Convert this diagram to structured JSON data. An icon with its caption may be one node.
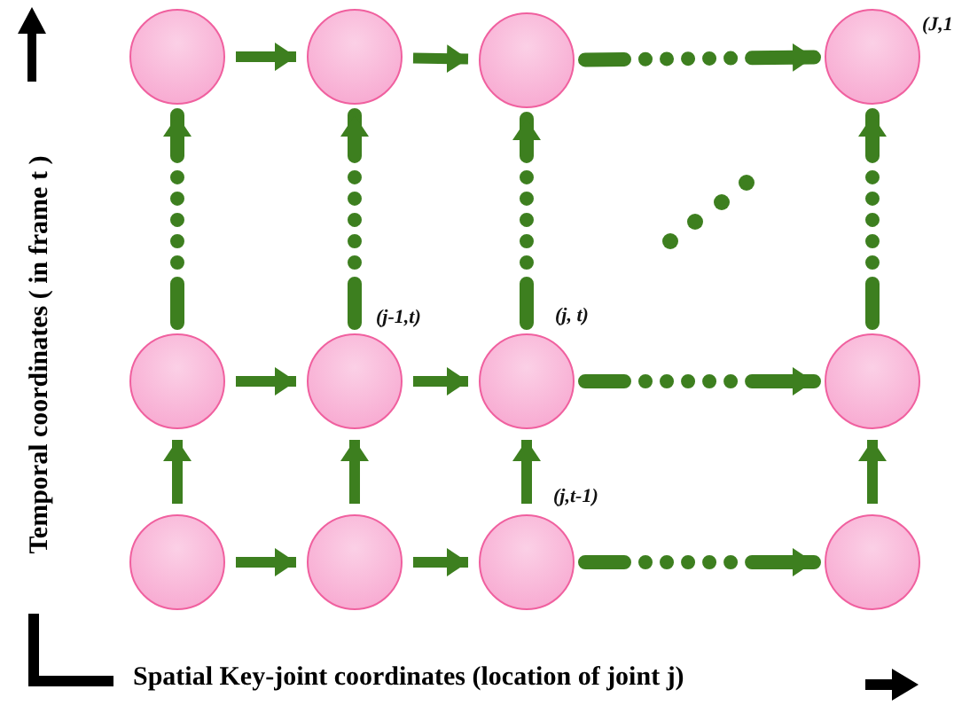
{
  "diagram": {
    "nodes": [
      {
        "text": [],
        "shape": "circle"
      },
      {
        "text": [],
        "shape": "circle"
      },
      {
        "text": [],
        "shape": "circle"
      },
      {
        "text": [],
        "shape": "circle",
        "beside": [
          "(J,1"
        ]
      },
      {
        "text": [],
        "shape": "circle"
      },
      {
        "text": [],
        "shape": "circle",
        "beside": [
          "(j-1,t)"
        ]
      },
      {
        "text": [],
        "shape": "circle",
        "beside": [
          "(j, t)"
        ]
      },
      {
        "text": [],
        "shape": "circle"
      },
      {
        "text": [],
        "shape": "circle"
      },
      {
        "text": [],
        "shape": "circle"
      },
      {
        "text": [],
        "shape": "circle",
        "beside": [
          "(j,t-1)"
        ]
      },
      {
        "text": [],
        "shape": "circle"
      }
    ],
    "edges": [
      {
        "from": 0,
        "to": 1,
        "arrow": "to"
      },
      {
        "from": 1,
        "to": 2,
        "arrow": "to"
      },
      {
        "from": 2,
        "to": 3,
        "arrow": "to",
        "style": "dashed"
      },
      {
        "from": 4,
        "to": 5,
        "arrow": "to"
      },
      {
        "from": 5,
        "to": 6,
        "arrow": "to"
      },
      {
        "from": 6,
        "to": 7,
        "arrow": "to",
        "style": "dashed"
      },
      {
        "from": 8,
        "to": 9,
        "arrow": "to"
      },
      {
        "from": 9,
        "to": 10,
        "arrow": "to"
      },
      {
        "from": 10,
        "to": 11,
        "arrow": "to",
        "style": "dashed"
      },
      {
        "from": 8,
        "to": 4,
        "arrow": "to"
      },
      {
        "from": 9,
        "to": 5,
        "arrow": "to"
      },
      {
        "from": 10,
        "to": 6,
        "arrow": "to"
      },
      {
        "from": 11,
        "to": 7,
        "arrow": "to"
      },
      {
        "from": 4,
        "to": 0,
        "arrow": "to",
        "style": "dashed"
      },
      {
        "from": 5,
        "to": 1,
        "arrow": "to",
        "style": "dashed"
      },
      {
        "from": 6,
        "to": 2,
        "arrow": "to",
        "style": "dashed"
      },
      {
        "from": 7,
        "to": 3,
        "arrow": "to",
        "style": "dashed"
      }
    ],
    "labels": [
      "Temporal coordinates ( in frame t )",
      "Spatial Key-joint coordinates (location of joint j)"
    ]
  }
}
